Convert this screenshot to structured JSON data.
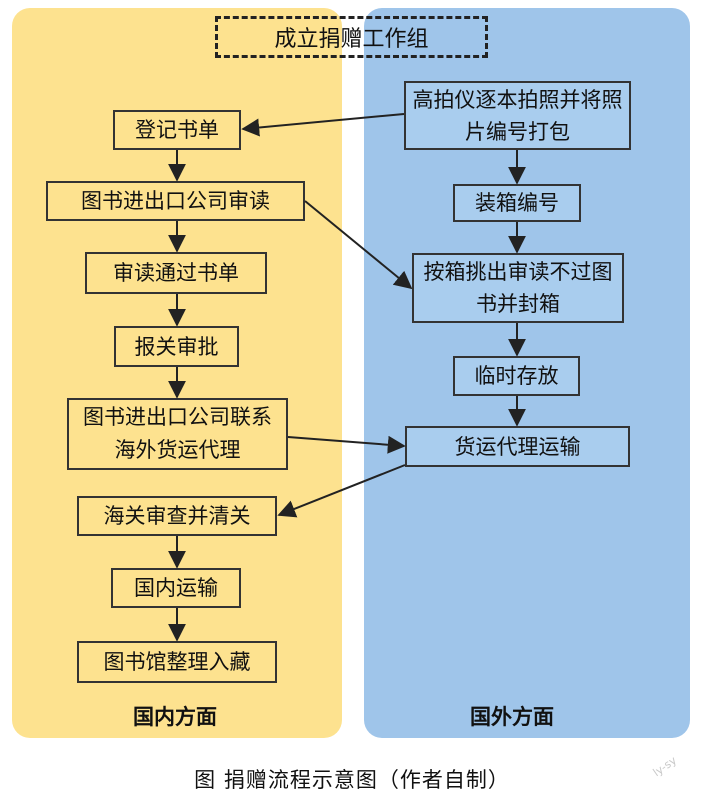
{
  "header": {
    "start": "成立捐赠工作组"
  },
  "domestic": {
    "title": "国内方面",
    "steps": [
      "登记书单",
      "图书进出口公司审读",
      "审读通过书单",
      "报关审批",
      "图书进出口公司联系海外货运代理",
      "海关审查并清关",
      "国内运输",
      "图书馆整理入藏"
    ]
  },
  "overseas": {
    "title": "国外方面",
    "steps": [
      "高拍仪逐本拍照并将照片编号打包",
      "装箱编号",
      "按箱挑出审读不过图书并封箱",
      "临时存放",
      "货运代理运输"
    ]
  },
  "caption": "图  捐赠流程示意图（作者自制）",
  "watermark": "ly-sy",
  "colors": {
    "domestic_lane": "#fde28f",
    "overseas_lane": "#9fc5ea",
    "overseas_box": "#a9cdee"
  }
}
